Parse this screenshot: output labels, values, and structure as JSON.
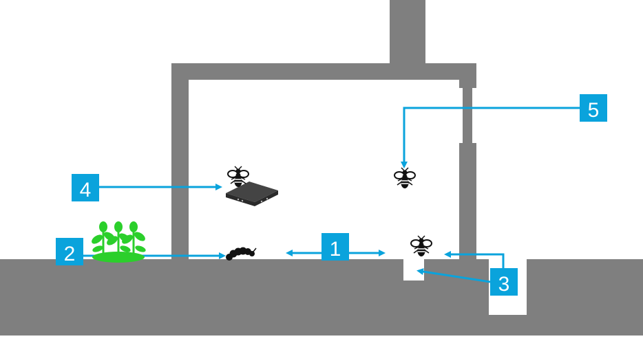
{
  "colors": {
    "structure": "#7f7f7f",
    "accent": "#0aa3dc",
    "label_text": "#ffffff",
    "plant": "#2bcf2b",
    "insect": "#111111",
    "device": "#444444",
    "background": "#ffffff"
  },
  "labels": [
    {
      "id": "1",
      "text": "1"
    },
    {
      "id": "2",
      "text": "2"
    },
    {
      "id": "3",
      "text": "3"
    },
    {
      "id": "4",
      "text": "4"
    },
    {
      "id": "5",
      "text": "5"
    }
  ],
  "icons": {
    "plant": "plant-icon",
    "caterpillar": "caterpillar-icon",
    "device": "device-icon",
    "bee": "bee-icon"
  }
}
